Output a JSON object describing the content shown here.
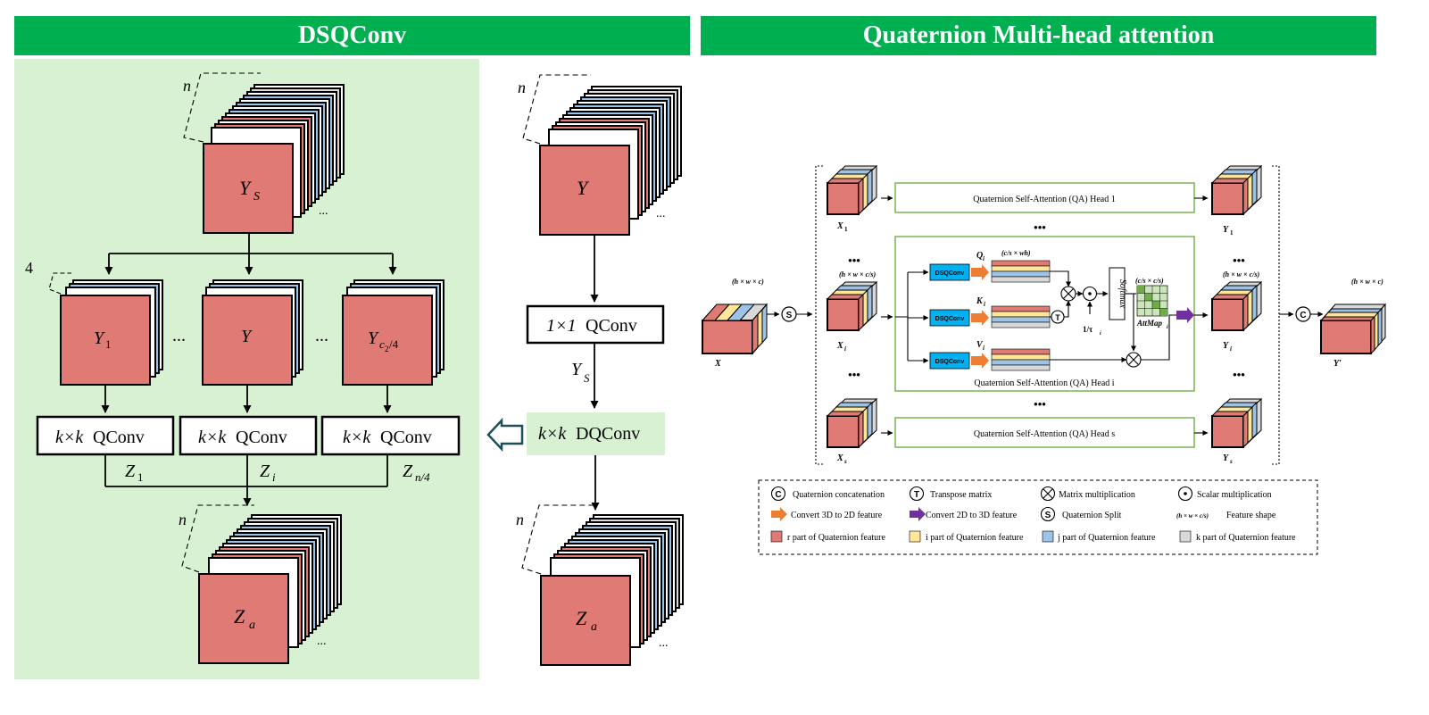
{
  "panels": {
    "left_title": "DSQConv",
    "right_title": "Quaternion Multi-head attention"
  },
  "dsqconv": {
    "n": "n",
    "four": "4",
    "ys": "Y",
    "ys_sub": "S",
    "y1": "Y",
    "y1_sub": "1",
    "y_mid": "Y",
    "yc": "Y",
    "yc_sub": "c",
    "yc_sub2": "2",
    "yc_sub3": "/4",
    "ellipsis": "...",
    "stack_dots": "...",
    "kxk": "k×k",
    "qconv": "QConv",
    "z1": "Z",
    "z1_sub": "1",
    "zi": "Z",
    "zi_sub": "i",
    "zn": "Z",
    "zn_sub": "n/4",
    "za": "Z",
    "za_sub": "a"
  },
  "middle": {
    "n": "n",
    "y": "Y",
    "one_by_one": "1×1",
    "qconv": "QConv",
    "ys": "Y",
    "ys_sub": "S",
    "dqconv": "DQConv",
    "kxk": "k×k",
    "za": "Z",
    "za_sub": "a"
  },
  "attention": {
    "x_label": "X",
    "x_shape": "(h × w × c)",
    "split": "S",
    "concat": "C",
    "x1": "X",
    "x1_sub": "1",
    "xi": "X",
    "xi_sub": "i",
    "xs": "X",
    "xs_sub": "s",
    "xi_shape": "(h × w × c/s)",
    "y1": "Y",
    "y1_sub": "1",
    "yi": "Y",
    "yi_sub": "i",
    "ys": "Y",
    "ys_sub": "s",
    "yi_shape": "(h × w × c/s)",
    "yprime": "Y′",
    "y_shape": "(h × w × c)",
    "head_1": "Quaternion Self-Attention (QA) Head 1",
    "head_i": "Quaternion Self-Attention (QA) Head i",
    "head_s": "Quaternion Self-Attention (QA) Head s",
    "dsqconv": "DSQConv",
    "q": "Q",
    "q_sub": "i",
    "k": "K",
    "k_sub": "i",
    "v": "V",
    "v_sub": "i",
    "qshape": "(c/s × wh)",
    "attshape": "(c/s × c/s)",
    "transpose": "T",
    "tau": "1/τ",
    "tau_sub": "i",
    "softmax": "Softmax",
    "attmap": "AttMap",
    "attmap_sub": "i",
    "dots": "•••"
  },
  "legend": {
    "c_sym": "C",
    "c_text": "Quaternion concatenation",
    "t_sym": "T",
    "t_text": "Transpose matrix",
    "mm_text": "Matrix multiplication",
    "sm_text": "Scalar multiplication",
    "orange_text": "Convert 3D to 2D feature",
    "purple_text": "Convert 2D to 3D feature",
    "s_sym": "S",
    "s_text": "Quaternion Split",
    "shape_sym": "(h × w × c/s)",
    "shape_text": "Feature shape",
    "r_text": "r part of Quaternion feature",
    "i_text": "i part of Quaternion feature",
    "j_text": "j part of Quaternion feature",
    "k_text": "k part of Quaternion feature"
  },
  "colors": {
    "banner": "#00b050",
    "panel_bg": "#d8f1d2",
    "red": "#e07a74",
    "yellow": "#ffe699",
    "blue": "#9dc3e6",
    "gray": "#d9d9d9",
    "cyan": "#00b0f0",
    "orange": "#ed7d31",
    "purple": "#7030a0",
    "head_border": "#70ad47"
  }
}
